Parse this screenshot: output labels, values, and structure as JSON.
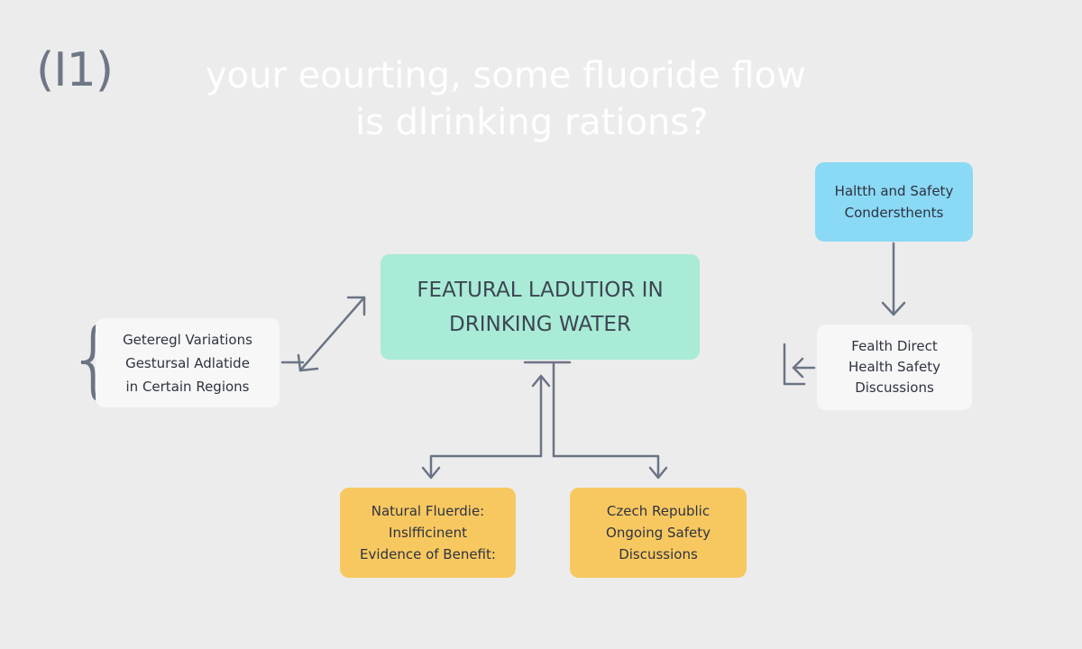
{
  "header": {
    "badge": "(I1)",
    "title_line1": "your eourting, some fluoride flow",
    "title_line2": "is dlrinking rations?"
  },
  "nodes": {
    "center": {
      "line1": "FEATURAL LADUTIOR IN",
      "line2": "DRINKING WATER"
    },
    "left": {
      "line1": "Geteregl Variations",
      "line2": "Gestursal Adlatide",
      "line3": "in Certain Regions"
    },
    "top_right": {
      "line1": "Haltth and Safety",
      "line2": "Condersthents"
    },
    "right": {
      "line1": "Fealth Direct",
      "line2": "Health Safety",
      "line3": "Discussions"
    },
    "bottom_left": {
      "line1": "Natural Fluerdie:",
      "line2": "Inslfficinent",
      "line3": "Evidence of Benefit:"
    },
    "bottom_right": {
      "line1": "Czech Republic",
      "line2": "Ongoing Safety",
      "line3": "Discussions"
    }
  },
  "colors": {
    "background": "#ececec",
    "center": "#a9ebd6",
    "blue": "#8ad9f5",
    "yellow": "#f8c860",
    "neutral": "#f7f7f7",
    "connector": "#6b7485"
  }
}
